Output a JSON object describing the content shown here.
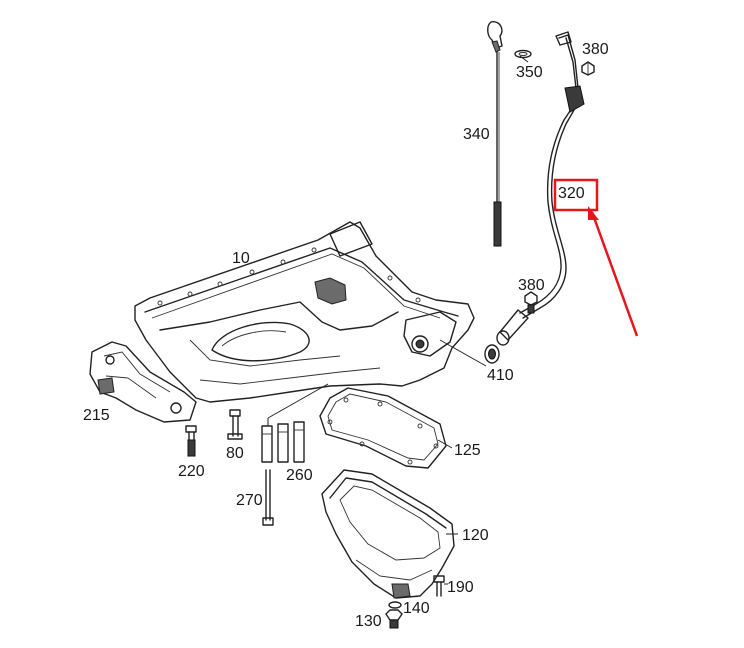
{
  "callouts": {
    "c10": "10",
    "c120": "120",
    "c125": "125",
    "c130": "130",
    "c140": "140",
    "c190": "190",
    "c215": "215",
    "c220": "220",
    "c260": "260",
    "c270": "270",
    "c80": "80",
    "c320": "320",
    "c340": "340",
    "c350": "350",
    "c380a": "380",
    "c380b": "380",
    "c410": "410"
  },
  "highlight": {
    "target": "320",
    "box_color": "#e8161b",
    "arrow_color": "#e8161b"
  }
}
